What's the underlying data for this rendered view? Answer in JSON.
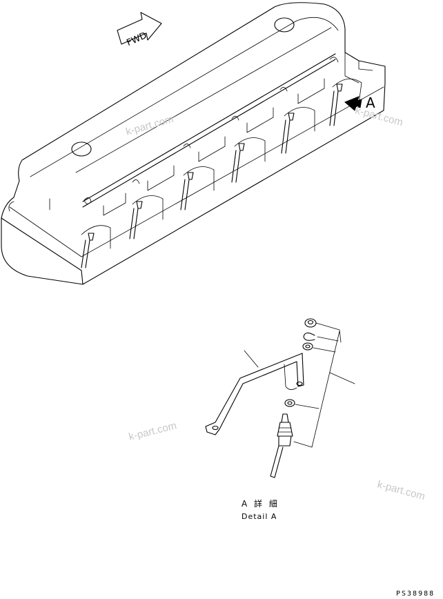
{
  "fwd_label": "FWD",
  "view_marker": "A",
  "detail_title_jp": "A 詳 細",
  "detail_title_en": "Detail A",
  "part_number": "PS38988",
  "watermarks": [
    "k-part.com",
    "k-part.com",
    "k-part.com",
    "k-part.com"
  ]
}
